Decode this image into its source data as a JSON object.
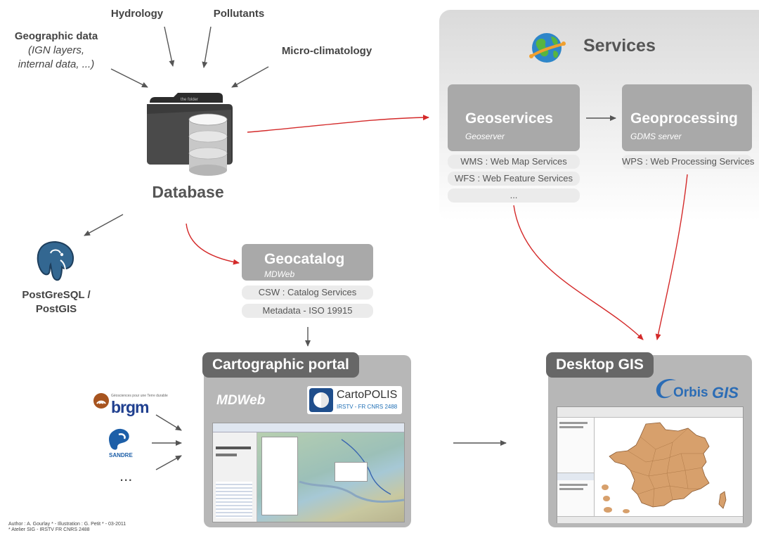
{
  "sources": {
    "geographic_title": "Geographic data",
    "geographic_sub1": "(IGN layers,",
    "geographic_sub2": "internal data, ...)",
    "hydrology": "Hydrology",
    "pollutants": "Pollutants",
    "microclimatology": "Micro-climatology"
  },
  "database": {
    "label": "Database",
    "folder_text": "the folder"
  },
  "postgres": {
    "line1": "PostGreSQL /",
    "line2": "PostGIS"
  },
  "services": {
    "title": "Services",
    "geoservices": {
      "title": "Geoservices",
      "subtitle": "Geoserver",
      "items": [
        "WMS : Web Map Services",
        "WFS : Web Feature Services",
        "..."
      ]
    },
    "geoprocessing": {
      "title": "Geoprocessing",
      "subtitle": "GDMS server",
      "items": [
        "WPS : Web Processing Services"
      ]
    }
  },
  "geocatalog": {
    "title": "Geocatalog",
    "subtitle": "MDWeb",
    "items": [
      "CSW : Catalog Services",
      "Metadata - ISO 19915"
    ]
  },
  "portal": {
    "tag": "Cartographic portal",
    "mdweb": "MDWeb",
    "cartopolis": "CartoPOLIS",
    "cartopolis_sub": "IRSTV - FR CNRS 2488"
  },
  "logos": {
    "brgm": "brgm",
    "brgm_tagline": "Géosciences pour une Terre durable",
    "sandre": "SANDRE",
    "more": "..."
  },
  "desktop": {
    "tag": "Desktop GIS",
    "orbis_prefix": "Orbis",
    "orbis_suffix": "GIS"
  },
  "footer": {
    "line1": "Author : A. Gourlay * - Illustration : G. Petit * - 03-2011",
    "line2": "* Atelier SIG - IRSTV FR CNRS 2488"
  },
  "colors": {
    "red_arrow": "#d42a2a",
    "gray_arrow": "#555555",
    "box": "#a9a9a9",
    "tag": "#676767",
    "pill": "#ebebeb",
    "france": "#d7a06c",
    "orbis_blue": "#2b6cb5"
  }
}
